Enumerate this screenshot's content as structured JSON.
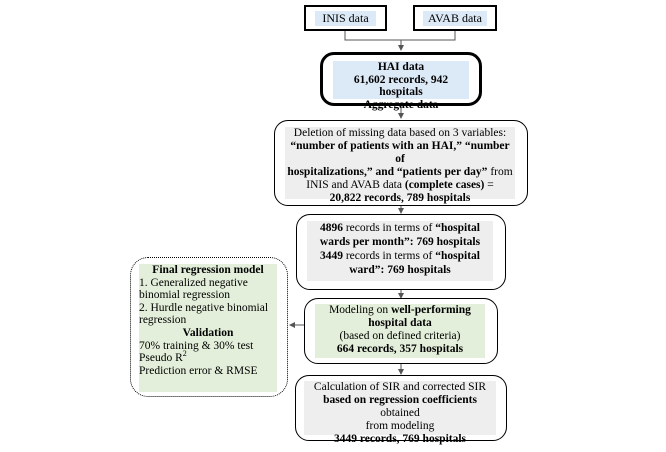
{
  "sources": {
    "inis": "INIS data",
    "avab": "AVAB data"
  },
  "hai": {
    "title": "HAI data",
    "count": "61,602 records, 942 hospitals",
    "subtitle": "Aggregate data"
  },
  "deletion": {
    "line1": "Deletion of missing data based on 3 variables:",
    "line2": "“number of patients with an HAI,” “number of",
    "line3_bold": "hospitalizations,” and “patients per day”",
    "line3_rest": " from",
    "line4_pre": "INIS and AVAB data ",
    "line4_bold": "(complete cases)",
    "line4_post": " =",
    "line5": "20,822 records, 789 hospitals"
  },
  "wards": {
    "l1_num": "4896",
    "l1_rest": " records in terms of ",
    "l1_bold": "“hospital",
    "l2": "wards per month”: 769 hospitals",
    "l3_num": "3449",
    "l3_rest": " records in terms of ",
    "l3_bold": "“hospital",
    "l4": "ward”: 769 hospitals"
  },
  "modeling": {
    "l1_pre": "Modeling on ",
    "l1_bold": "well-performing",
    "l2": "hospital data",
    "l3": "(based on defined criteria)",
    "l4": "664 records, 357 hospitals"
  },
  "sir": {
    "l1": "Calculation of SIR and corrected SIR",
    "l2": "based on regression coefficients",
    "l2_rest": " obtained",
    "l3": "from modeling",
    "l4": "3449 records, 769 hospitals"
  },
  "final": {
    "title": "Final regression model",
    "i1a": "1. Generalized negative",
    "i1b": "binomial regression",
    "i2a": "2. Hurdle negative binomial",
    "i2b": "regression",
    "validation": "Validation",
    "v1": "70% training & 30% test",
    "v2": "Pseudo R",
    "v2_sup": "2",
    "v3": "Prediction error & RMSE"
  },
  "colors": {
    "blue_fill": "#dce9f6",
    "green_fill": "#e3efda",
    "grey_fill": "#eeeeee"
  }
}
